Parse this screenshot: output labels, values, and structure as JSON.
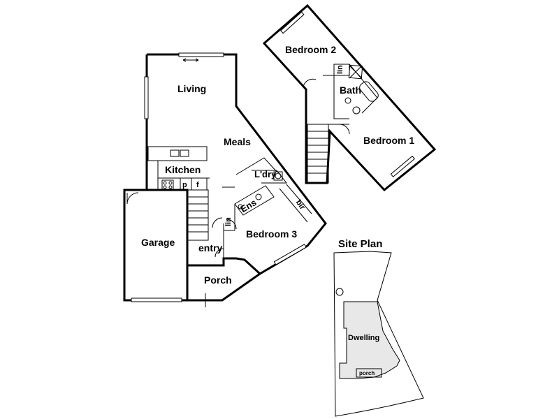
{
  "rooms": {
    "living": "Living",
    "meals": "Meals",
    "kitchen": "Kitchen",
    "pantry": "p",
    "fridge": "f",
    "laundry": "L'dry",
    "ensuite": "Ens",
    "linen": "lin",
    "garage": "Garage",
    "entry": "entry",
    "bedroom3": "Bedroom 3",
    "bir": "bir",
    "porch": "Porch",
    "bedroom2": "Bedroom 2",
    "bath": "Bath",
    "bedroom1": "Bedroom 1",
    "wir": "lin"
  },
  "site_plan": {
    "title": "Site Plan",
    "dwelling": "Dwelling",
    "porch": "porch"
  }
}
